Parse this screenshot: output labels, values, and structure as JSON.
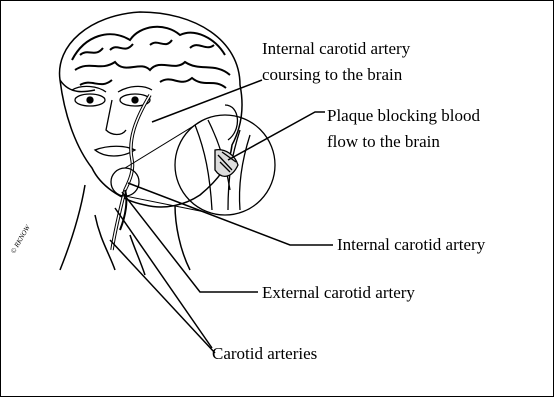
{
  "labels": {
    "internal_to_brain_line1": "Internal carotid artery",
    "internal_to_brain_line2": "coursing to the brain",
    "plaque_line1": "Plaque blocking blood",
    "plaque_line2": "flow to the brain",
    "internal_carotid": "Internal carotid artery",
    "external_carotid": "External carotid artery",
    "carotid_arteries": "Carotid arteries"
  },
  "signature": "© RKNOW"
}
